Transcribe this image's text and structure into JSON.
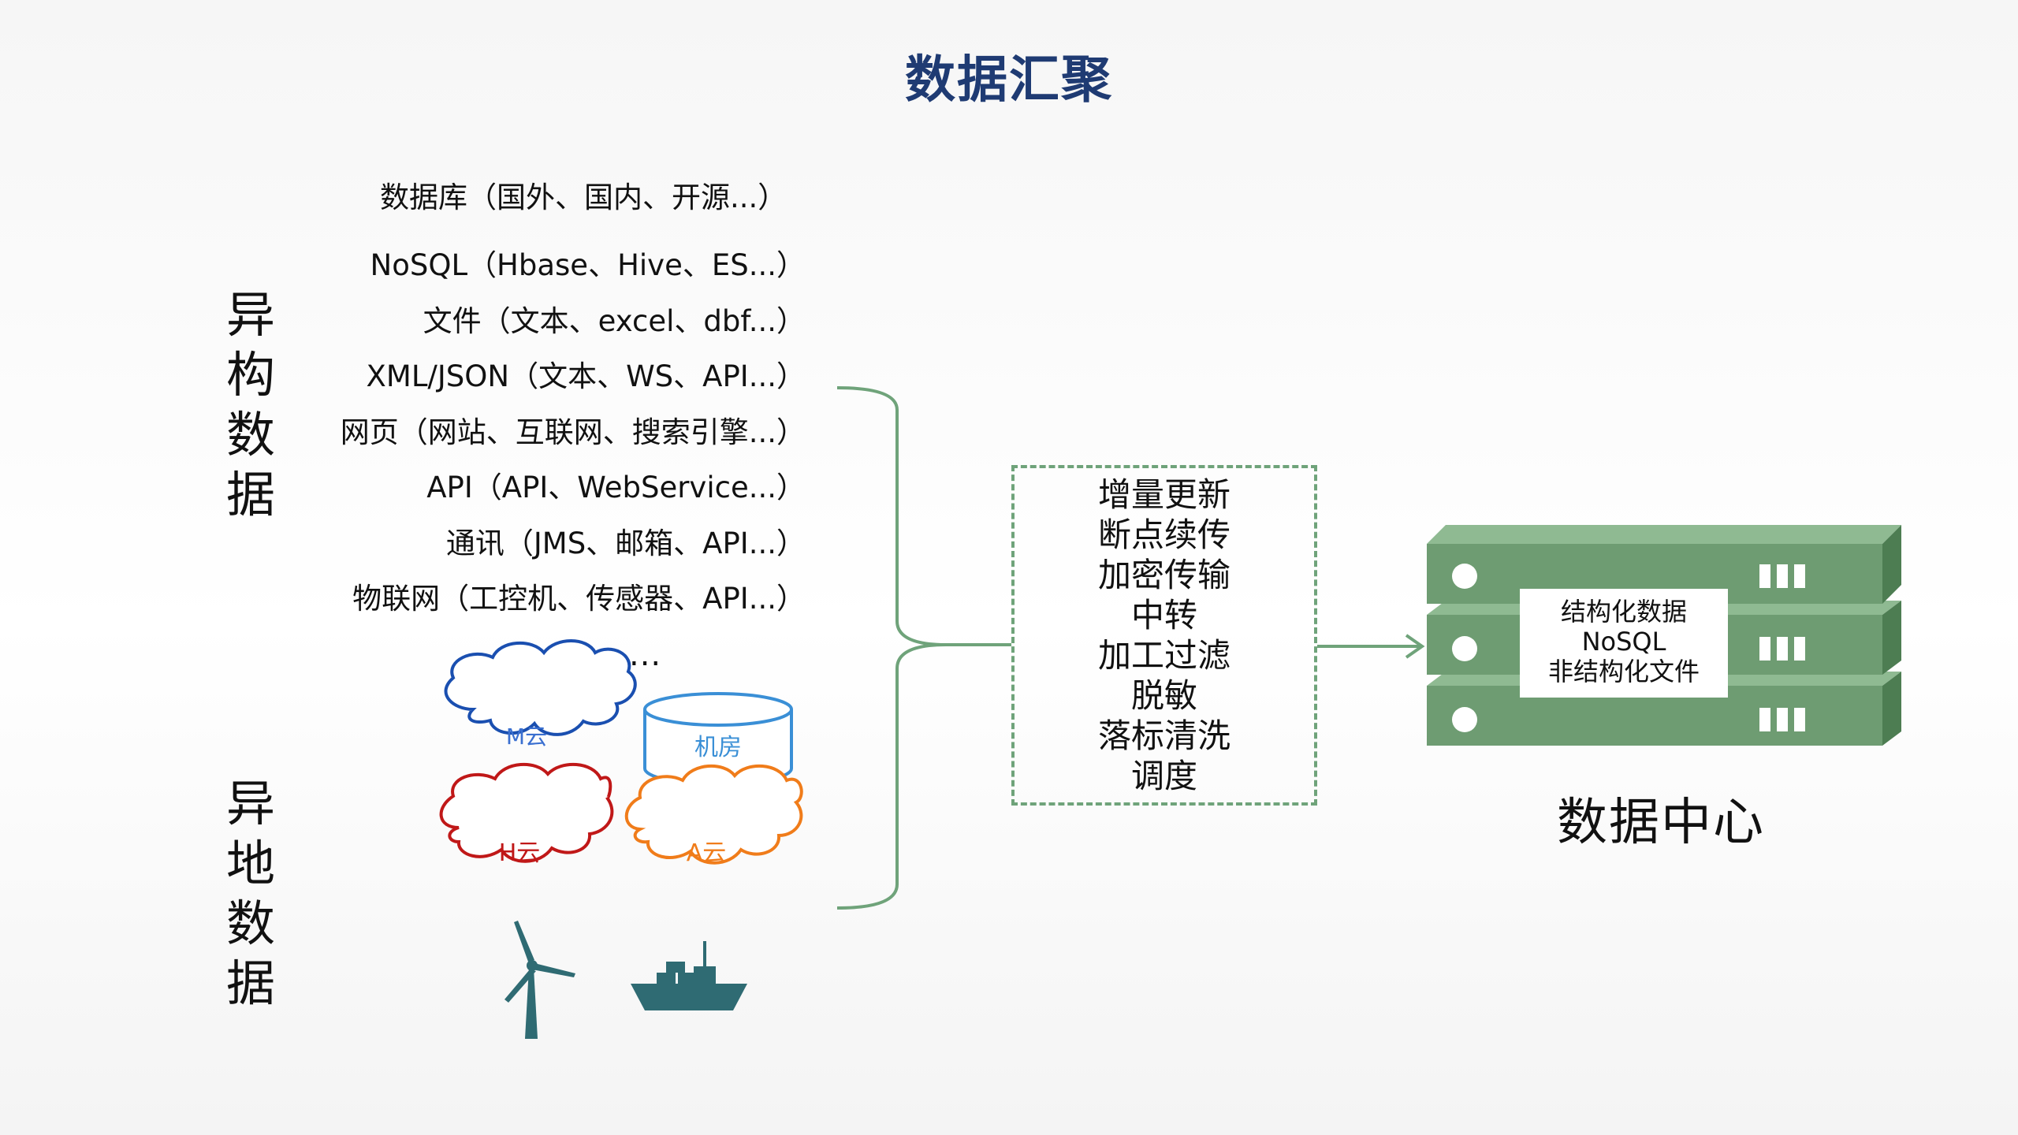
{
  "title": "数据汇聚",
  "sidebar": {
    "hetero_structure": [
      "异",
      "构",
      "数",
      "据"
    ],
    "hetero_location": [
      "异",
      "地",
      "数",
      "据"
    ]
  },
  "sources": [
    "数据库（国外、国内、开源...）",
    "NoSQL（Hbase、Hive、ES...）",
    "文件（文本、excel、dbf...）",
    "XML/JSON（文本、WS、API...）",
    "网页（网站、互联网、搜索引擎...）",
    "API（API、WebService...）",
    "通讯（JMS、邮箱、API...）",
    "物联网（工控机、传感器、API...）"
  ],
  "ellipsis": "..........",
  "locations": {
    "m_cloud": "M云",
    "machine_room": "机房",
    "h_cloud": "H云",
    "a_cloud": "A云"
  },
  "process_steps": [
    "增量更新",
    "断点续传",
    "加密传输",
    "中转",
    "加工过滤",
    "脱敏",
    "落标清洗",
    "调度"
  ],
  "data_center": {
    "content": [
      "结构化数据",
      "NoSQL",
      "非结构化文件"
    ],
    "label": "数据中心"
  },
  "colors": {
    "title": "#1f3b73",
    "connector": "#6fa37a",
    "server": "#6e9c72",
    "m_cloud": "#1a4fb0",
    "machine_room": "#3a8fd6",
    "h_cloud": "#c01818",
    "a_cloud": "#f07c1a",
    "icons": "#2f6b73"
  }
}
